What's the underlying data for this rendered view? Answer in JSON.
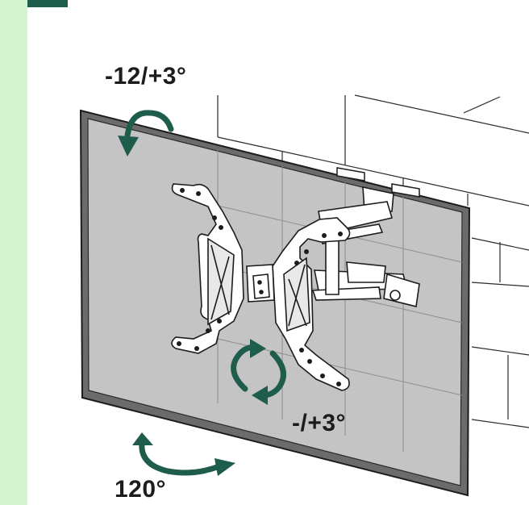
{
  "labels": {
    "tilt": "-12/+3°",
    "rotation": "-/+3°",
    "swivel": "120°"
  },
  "colors": {
    "side_strip": "#d4f4d0",
    "top_tab": "#1e5c4b",
    "tv_screen": "#c4c4c4",
    "tv_frame": "#6b6b6b",
    "arrow": "#1e5c4b"
  },
  "icons": [
    "tilt-arrow-icon",
    "rotation-arrows-icon",
    "swivel-arrow-icon"
  ]
}
